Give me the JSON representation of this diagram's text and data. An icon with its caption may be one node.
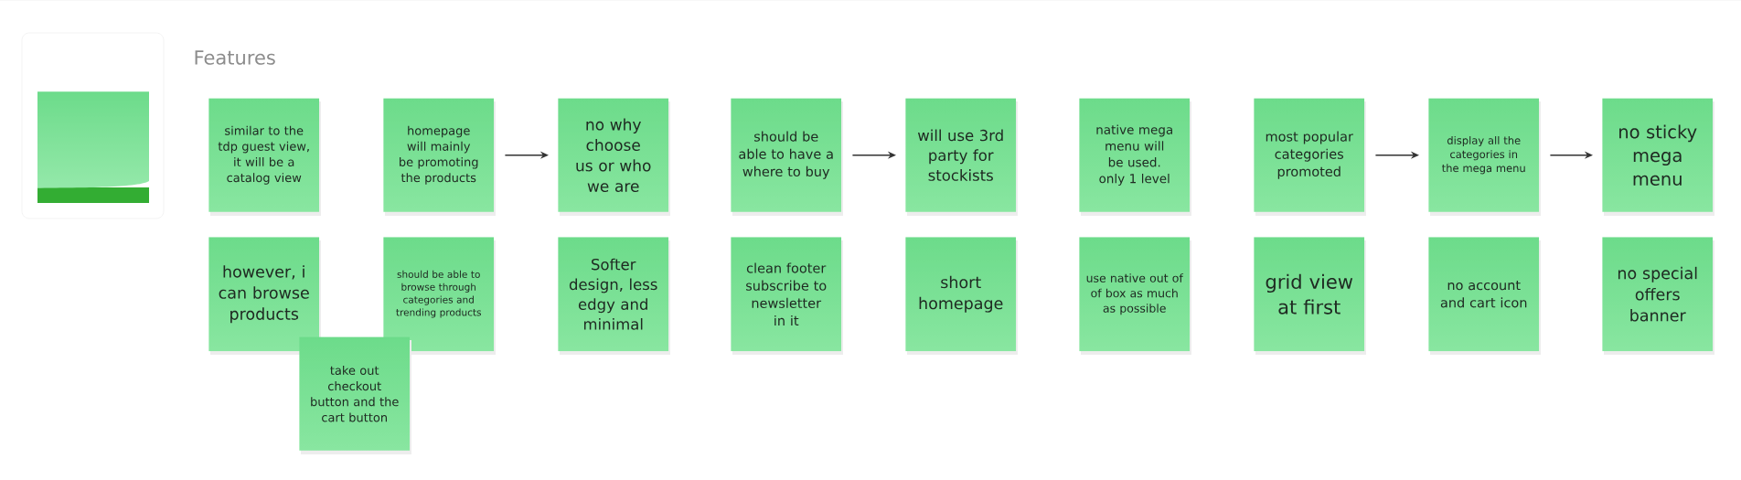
{
  "diagram": {
    "title": "Features",
    "nodes": [
      {
        "text": [
          "similar to the tdp guest view, it will be a catalog view"
        ]
      },
      {
        "text": [
          "homepage will mainly be promoting the products"
        ]
      },
      {
        "text": [
          "no why choose us or who we are"
        ]
      },
      {
        "text": [
          "should be able to have a where to buy"
        ]
      },
      {
        "text": [
          "will use 3rd party for stockists"
        ]
      },
      {
        "text": [
          "native mega menu will be used. only 1 level"
        ]
      },
      {
        "text": [
          "most popular categories promoted"
        ]
      },
      {
        "text": [
          "display all the categories in the mega menu"
        ]
      },
      {
        "text": [
          "no sticky mega menu"
        ]
      },
      {
        "text": [
          "however, i can browse products"
        ]
      },
      {
        "text": [
          "should be able to browse through categories and trending products"
        ]
      },
      {
        "text": [
          "Softer design, less edgy and minimal"
        ]
      },
      {
        "text": [
          "clean footer subscribe to newsletter in it"
        ]
      },
      {
        "text": [
          "short homepage"
        ]
      },
      {
        "text": [
          "use native out of of box as much as possible"
        ]
      },
      {
        "text": [
          "grid view at first"
        ]
      },
      {
        "text": [
          "no account and cart icon"
        ]
      },
      {
        "text": [
          "no special offers banner"
        ]
      },
      {
        "text": [
          "take out checkout button and the cart button"
        ]
      }
    ],
    "edges": [
      {
        "from": 1,
        "to": 2,
        "arrow": "to"
      },
      {
        "from": 3,
        "to": 4,
        "arrow": "to"
      },
      {
        "from": 6,
        "to": 7,
        "arrow": "to"
      },
      {
        "from": 7,
        "to": 8,
        "arrow": "to"
      }
    ]
  }
}
